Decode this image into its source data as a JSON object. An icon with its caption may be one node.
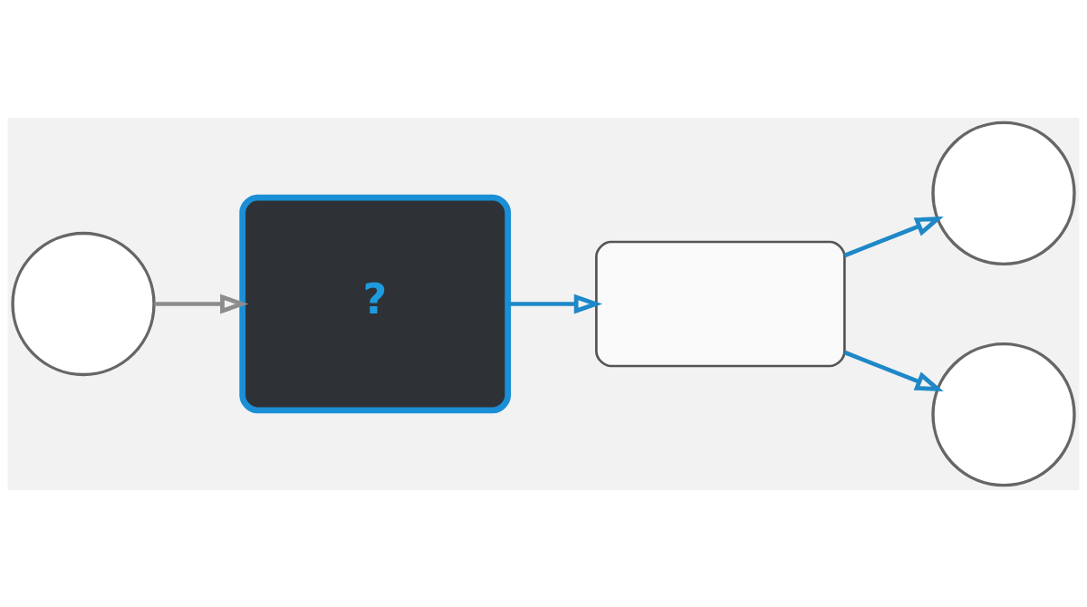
{
  "diagram": {
    "nodes": [
      {
        "text": [],
        "shape": "circle"
      },
      {
        "text": [
          "?"
        ]
      },
      {
        "text": [],
        "shape": "box"
      },
      {
        "text": [],
        "shape": "circle"
      },
      {
        "text": [],
        "shape": "circle"
      }
    ],
    "edges": [
      {
        "from": 0,
        "to": 1,
        "arrow": "to",
        "color": "#8c8c8c"
      },
      {
        "from": 1,
        "to": 2,
        "arrow": "to"
      },
      {
        "from": 2,
        "to": 3,
        "arrow": "to"
      },
      {
        "from": 2,
        "to": 4,
        "arrow": "to"
      }
    ]
  }
}
